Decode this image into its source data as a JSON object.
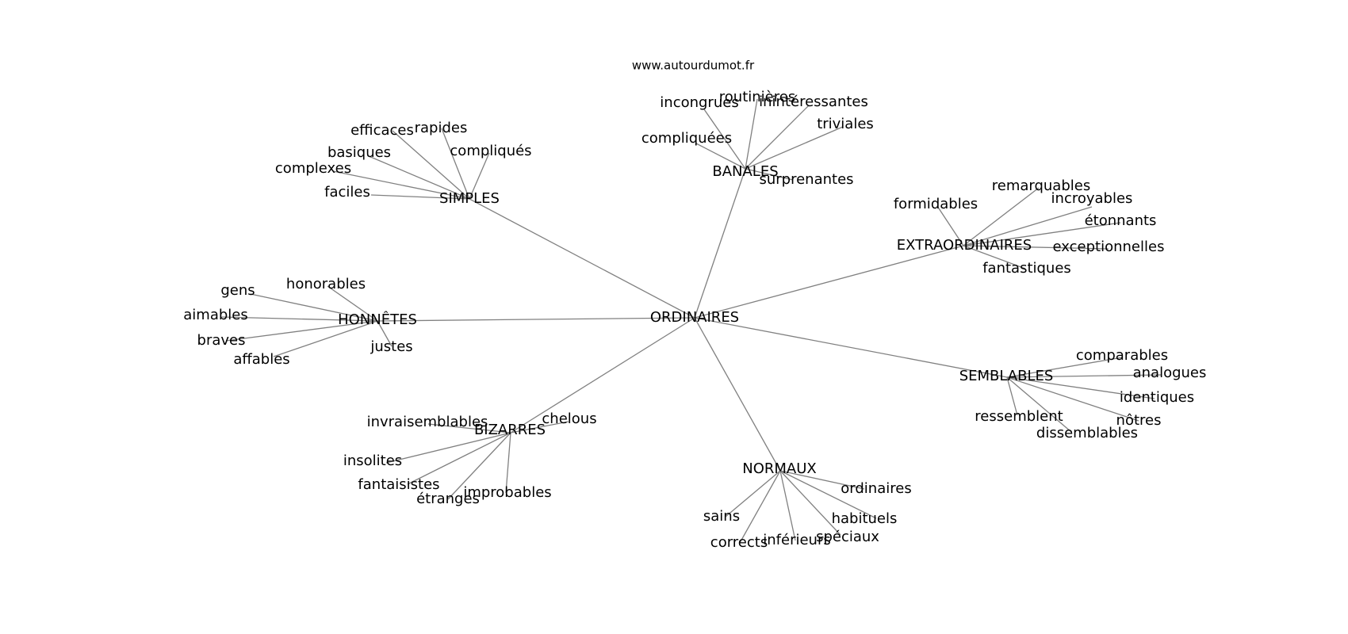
{
  "source": "www.autourdumot.fr",
  "root": "ORDINAIRES",
  "groups": [
    {
      "key": "simples",
      "label": "SIMPLES",
      "words": [
        "efficaces",
        "rapides",
        "compliqués",
        "basiques",
        "complexes",
        "faciles"
      ]
    },
    {
      "key": "banales",
      "label": "BANALES",
      "words": [
        "incongrues",
        "routinières",
        "inintéressantes",
        "triviales",
        "compliquées",
        "surprenantes"
      ]
    },
    {
      "key": "extraordinaires",
      "label": "EXTRAORDINAIRES",
      "words": [
        "remarquables",
        "formidables",
        "incroyables",
        "étonnants",
        "exceptionnelles",
        "fantastiques"
      ]
    },
    {
      "key": "honnetes",
      "label": "HONNÊTES",
      "words": [
        "honorables",
        "gens",
        "aimables",
        "braves",
        "affables",
        "justes"
      ]
    },
    {
      "key": "semblables",
      "label": "SEMBLABLES",
      "words": [
        "comparables",
        "analogues",
        "identiques",
        "ressemblent",
        "nôtres",
        "dissemblables"
      ]
    },
    {
      "key": "bizarres",
      "label": "BIZARRES",
      "words": [
        "invraisemblables",
        "chelous",
        "insolites",
        "fantaisistes",
        "étranges",
        "improbables"
      ]
    },
    {
      "key": "normaux",
      "label": "NORMAUX",
      "words": [
        "ordinaires",
        "habituels",
        "sains",
        "corrects",
        "inférieurs",
        "spéciaux"
      ]
    }
  ]
}
